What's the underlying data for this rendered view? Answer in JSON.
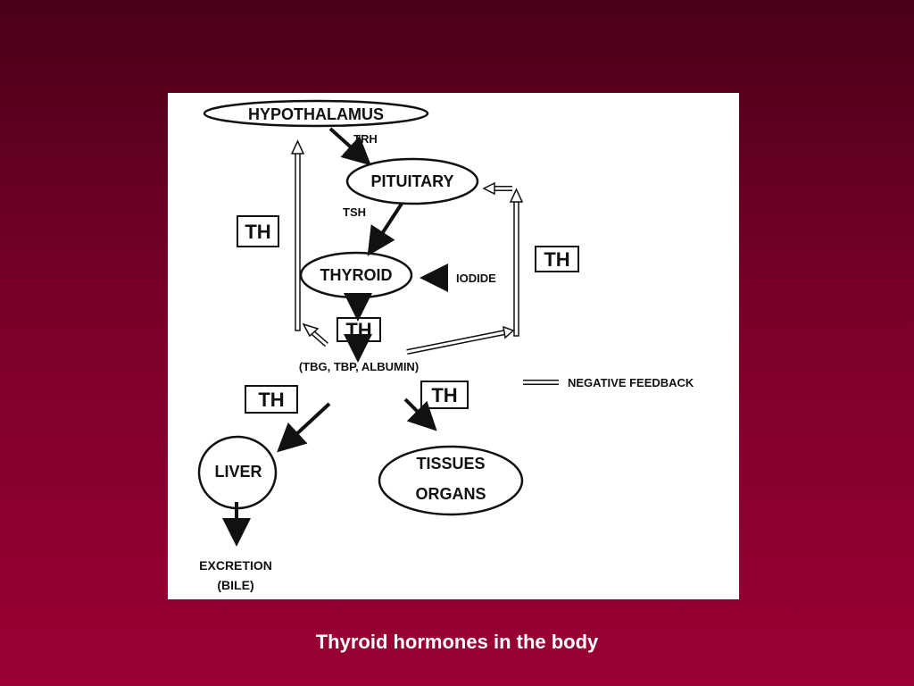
{
  "diagram": {
    "nodes": {
      "hypothalamus": "HYPOTHALAMUS",
      "pituitary": "PITUITARY",
      "thyroid": "THYROID",
      "liver": "LIVER",
      "tissues": "TISSUES",
      "organs": "ORGANS"
    },
    "labels": {
      "trh": "TRH",
      "tsh": "TSH",
      "iodide": "IODIDE",
      "binding_proteins": "(TBG, TBP, ALBUMIN)",
      "excretion": "EXCRETION",
      "bile": "(BILE)",
      "negative_feedback": "NEGATIVE FEEDBACK"
    },
    "th_boxes": {
      "left_feedback": "TH",
      "right_feedback": "TH",
      "center": "TH",
      "liver_branch": "TH",
      "tissue_branch": "TH"
    }
  },
  "caption": "Thyroid hormones in the body"
}
